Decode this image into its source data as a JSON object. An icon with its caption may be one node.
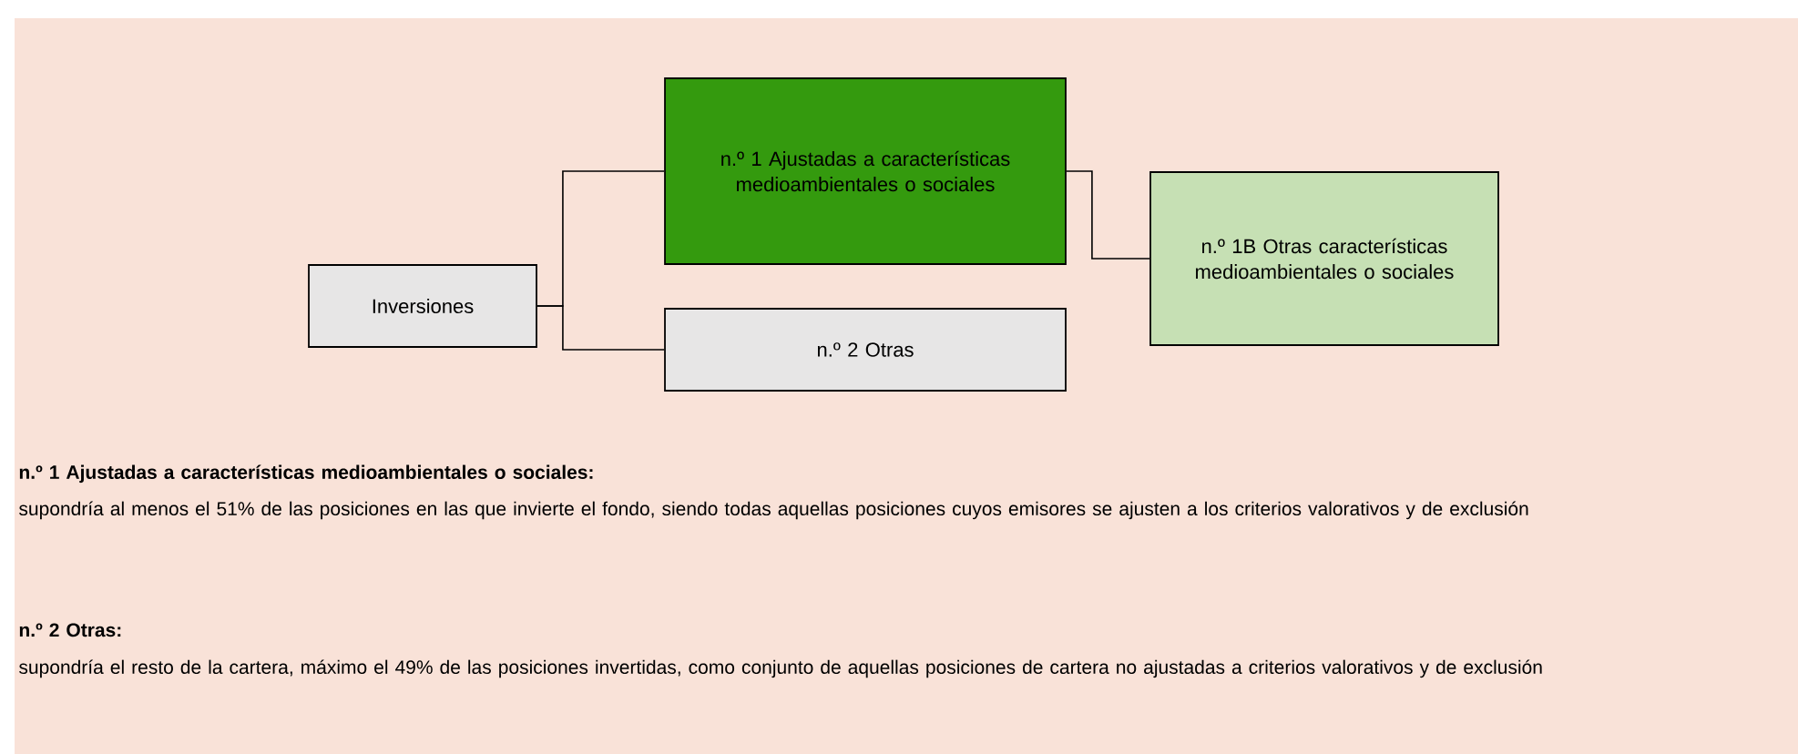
{
  "diagram": {
    "nodes": [
      {
        "text": [
          "Inversiones"
        ]
      },
      {
        "text": [
          "n.º 1 Ajustadas a características medioambientales o sociales"
        ]
      },
      {
        "text": [
          "n.º 2 Otras"
        ]
      },
      {
        "text": [
          "n.º 1B Otras características medioambientales o sociales"
        ]
      }
    ],
    "edges": [
      {
        "from": 0,
        "to": 1,
        "arrow": "none"
      },
      {
        "from": 0,
        "to": 2,
        "arrow": "none"
      },
      {
        "from": 1,
        "to": 3,
        "arrow": "none"
      }
    ],
    "labels": [
      "n.º 1 Ajustadas a características medioambientales o sociales:",
      "supondría al menos el 51% de las posiciones en las que invierte el fondo, siendo todas aquellas posiciones cuyos emisores se ajusten a los criterios valorativos y de exclusión",
      "n.º 2 Otras:",
      "supondría el resto de la cartera, máximo el 49% de las posiciones invertidas, como conjunto de aquellas posiciones de cartera no ajustadas a criterios valorativos y de exclusión"
    ]
  }
}
